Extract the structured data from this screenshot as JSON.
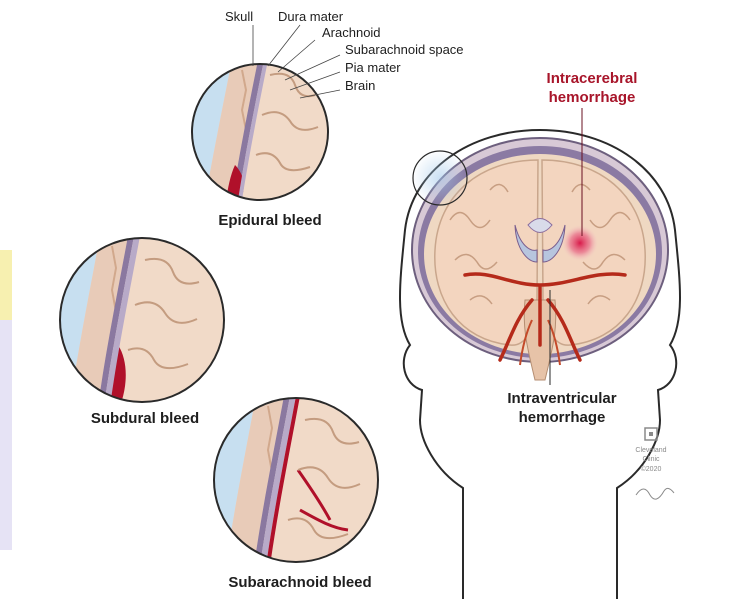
{
  "anatomy_labels": {
    "skull": "Skull",
    "dura": "Dura mater",
    "arachnoid": "Arachnoid",
    "subarachnoid_space": "Subarachnoid space",
    "pia": "Pia mater",
    "brain": "Brain"
  },
  "captions": {
    "epidural": "Epidural bleed",
    "subdural": "Subdural bleed",
    "subarachnoid": "Subarachnoid bleed"
  },
  "hemorrhage_labels": {
    "intracerebral_line1": "Intracerebral",
    "intracerebral_line2": "hemorrhage",
    "intraventricular_line1": "Intraventricular",
    "intraventricular_line2": "hemorrhage"
  },
  "logo": {
    "name_line1": "Cleveland",
    "name_line2": "Clinic",
    "year": "©2020"
  },
  "colors": {
    "blood": "#b0102a",
    "brain": "#efcfb6",
    "skull": "#e9d3c3",
    "membrane": "#7d6a93",
    "accent_red_text": "#a8152a",
    "yellow_bar": "#f7f0b0",
    "lavender_bar": "#e6e3f5"
  }
}
